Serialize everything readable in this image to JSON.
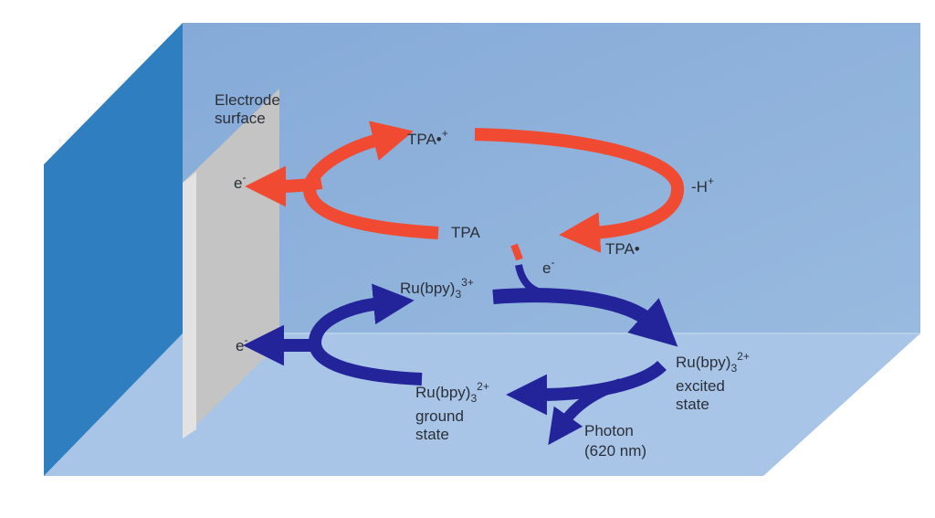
{
  "labels": {
    "electrode": [
      "Electrode",
      "surface"
    ],
    "e_top": {
      "base": "e",
      "sup": "-"
    },
    "e_bottom": {
      "base": "e",
      "sup": "-"
    },
    "e_mid": {
      "base": "e",
      "sup": "-"
    },
    "tpa_radical_cation": {
      "base": "TPA•",
      "sup": "+"
    },
    "minus_h_plus": {
      "base": "-H",
      "sup": "+"
    },
    "tpa": "TPA",
    "tpa_radical": "TPA•",
    "ru3": {
      "base": "Ru(bpy)",
      "sub": "3",
      "sup": "3+"
    },
    "ru2_excited": {
      "base": "Ru(bpy)",
      "sub": "3",
      "sup": "2+",
      "lines": [
        "excited",
        "state"
      ]
    },
    "ru2_ground": {
      "base": "Ru(bpy)",
      "sub": "3",
      "sup": "2+",
      "lines": [
        "ground",
        "state"
      ]
    },
    "photon": [
      "Photon",
      "(620 nm)"
    ]
  },
  "colors": {
    "solution_back": "#8fb3dc",
    "solution_floor": "#a9c6e6",
    "side_wall": "#2f7fc1",
    "electrode_face": "#dcdcdc",
    "electrode_edge": "#bdbdbd",
    "tpa_cycle": "#f04a32",
    "ru_cycle": "#23239a",
    "text": "#2b2f38"
  }
}
